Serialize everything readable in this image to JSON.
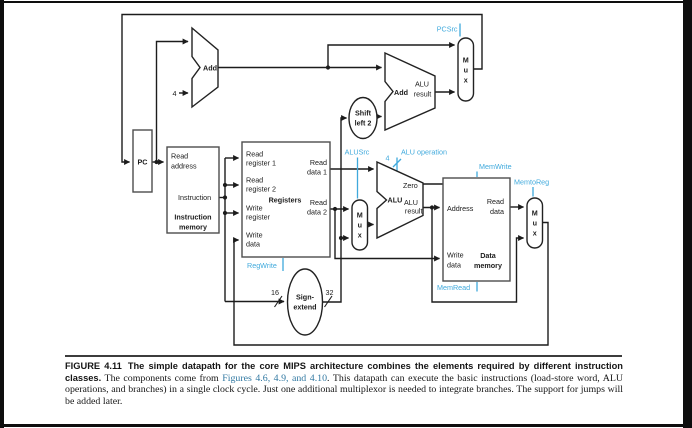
{
  "datapath": {
    "pc": {
      "label": "PC"
    },
    "pc_increment": "4",
    "pc_adder": {
      "label": "Add"
    },
    "branch_adder": {
      "label": "Add",
      "result_l1": "ALU",
      "result_l2": "result"
    },
    "instruction_memory": {
      "read_address_l1": "Read",
      "read_address_l2": "address",
      "instruction": "Instruction",
      "title_l1": "Instruction",
      "title_l2": "memory"
    },
    "registers": {
      "read_register_1_l1": "Read",
      "read_register_1_l2": "register 1",
      "read_register_2_l1": "Read",
      "read_register_2_l2": "register 2",
      "write_register_l1": "Write",
      "write_register_l2": "register",
      "write_data_l1": "Write",
      "write_data_l2": "data",
      "title": "Registers",
      "read_data_1_l1": "Read",
      "read_data_1_l2": "data 1",
      "read_data_2_l1": "Read",
      "read_data_2_l2": "data 2"
    },
    "sign_extend": {
      "l1": "Sign-",
      "l2": "extend",
      "input_width": "16",
      "output_width": "32"
    },
    "shift_left_2": {
      "l1": "Shift",
      "l2": "left 2"
    },
    "alu": {
      "label": "ALU",
      "zero": "Zero",
      "result_l1": "ALU",
      "result_l2": "result",
      "op_width": "4"
    },
    "data_memory": {
      "address": "Address",
      "read_data_l1": "Read",
      "read_data_l2": "data",
      "write_data_l1": "Write",
      "write_data_l2": "data",
      "title_l1": "Data",
      "title_l2": "memory"
    },
    "mux": {
      "l1": "M",
      "l2": "u",
      "l3": "x"
    },
    "controls": {
      "pcsrc": "PCSrc",
      "regwrite": "RegWrite",
      "alusrc": "ALUSrc",
      "alu_operation": "ALU operation",
      "memwrite": "MemWrite",
      "memtoreg": "MemtoReg",
      "memread": "MemRead"
    }
  },
  "caption": {
    "figure_label": "FIGURE 4.11",
    "bold_text": "The simple datapath for the core MIPS architecture combines the elements required by different instruction classes.",
    "body_before_link": " The components come from ",
    "link_text": "Figures 4.6, 4.9, and 4.10",
    "body_after_link": ". This datapath can execute the basic instructions (load-store word, ALU operations, and branches) in a single clock cycle. Just one additional multiplexor is needed to integrate branches. The support for jumps will be added later."
  },
  "colors": {
    "control_signal_blue": "#3FA9DC",
    "caption_link_blue": "#3279A2",
    "diagram_line": "#1c1c1c"
  }
}
